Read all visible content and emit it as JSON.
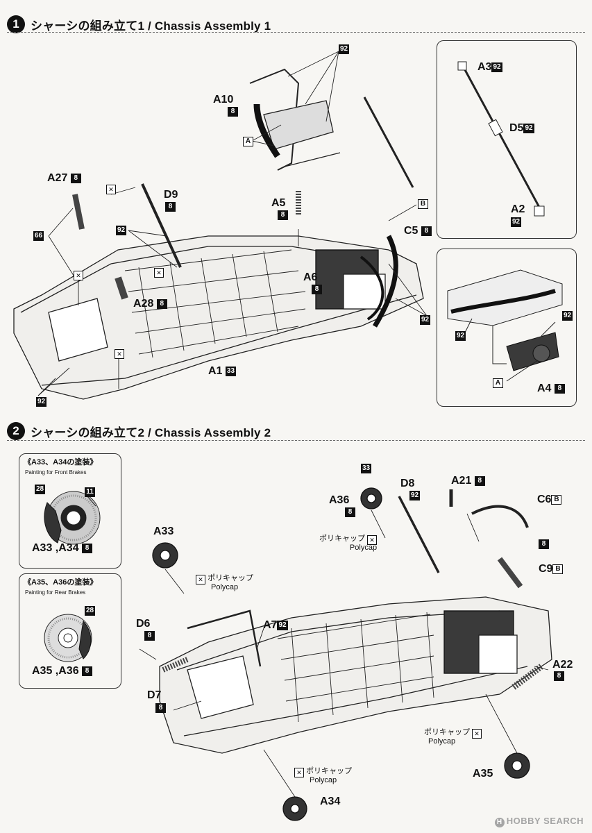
{
  "step1": {
    "number": "1",
    "title": "シャーシの組み立て1 / Chassis Assembly 1"
  },
  "step2": {
    "number": "2",
    "title": "シャーシの組み立て2 / Chassis Assembly 2"
  },
  "parts1": {
    "a10": "A10",
    "a10_code": "8",
    "a27": "A27",
    "a27_code": "8",
    "d9": "D9",
    "d9_code": "8",
    "a5": "A5",
    "a5_code": "8",
    "a6": "A6",
    "a6_code": "8",
    "c5": "C5",
    "c5_code": "8",
    "a28": "A28",
    "a28_code": "8",
    "a1": "A1",
    "a1_code": "33",
    "a3": "A3",
    "a3_code": "92",
    "d5": "D5",
    "d5_code": "92",
    "a2": "A2",
    "a2_code": "92",
    "a4": "A4",
    "a4_code": "8",
    "color_92": "92",
    "color_66": "66",
    "marker_a": "A",
    "marker_b": "B"
  },
  "brakes": {
    "front_title": "《A33、A34の塗装》",
    "front_sub": "Painting for Front Brakes",
    "front_code_28": "28",
    "front_code_11": "11",
    "front_parts": "A33 ,A34",
    "front_parts_code": "8",
    "rear_title": "《A35、A36の塗装》",
    "rear_sub": "Painting for Rear Brakes",
    "rear_code_28": "28",
    "rear_parts": "A35 ,A36",
    "rear_parts_code": "8"
  },
  "parts2": {
    "a33": "A33",
    "a36": "A36",
    "a36_code": "8",
    "a36_code_top": "33",
    "d8": "D8",
    "d8_code": "92",
    "a21": "A21",
    "a21_code": "8",
    "c6": "C6",
    "c6_code": "B",
    "c9": "C9",
    "c9_code": "B",
    "c9_code_top": "8",
    "d6": "D6",
    "d6_code": "8",
    "a7": "A7",
    "a7_code": "92",
    "a22": "A22",
    "a22_code": "8",
    "d7": "D7",
    "d7_code": "8",
    "a35": "A35",
    "a34": "A34"
  },
  "polycap": {
    "jp": "ポリキャップ",
    "en": "Polycap"
  },
  "brand": {
    "badge": "H",
    "text": "HOBBY SEARCH"
  }
}
